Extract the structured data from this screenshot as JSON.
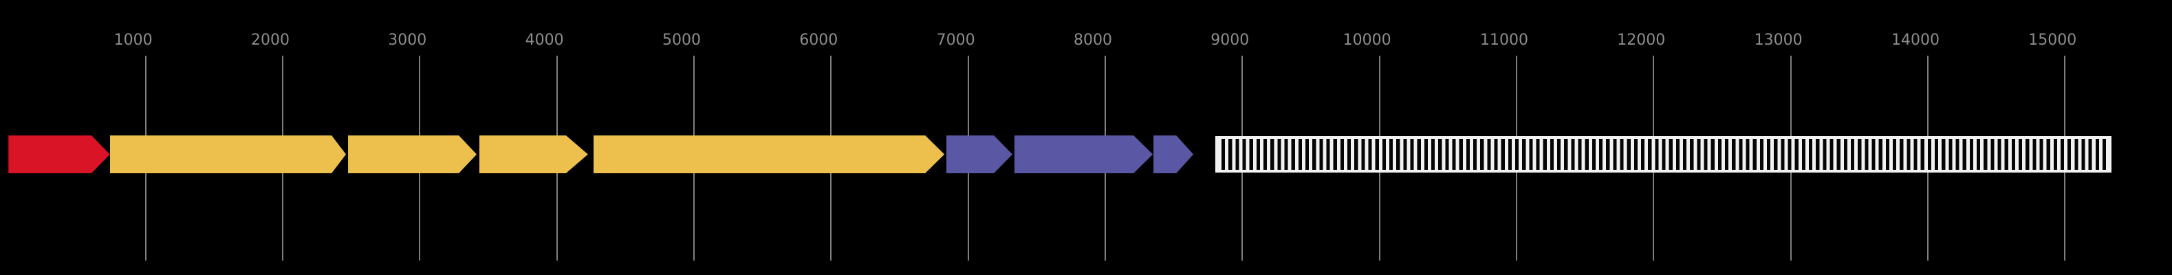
{
  "chart_data": {
    "type": "gene-map",
    "title": "",
    "xlabel": "",
    "ylabel": "",
    "axis": {
      "unit": "bp",
      "xlim": [
        -60,
        15780
      ],
      "tick_step": 1000,
      "ticks": [
        1000,
        2000,
        3000,
        4000,
        5000,
        6000,
        7000,
        8000,
        9000,
        10000,
        11000,
        12000,
        13000,
        14000,
        15000
      ],
      "tick_labels": [
        "1000",
        "2000",
        "3000",
        "4000",
        "5000",
        "6000",
        "7000",
        "8000",
        "9000",
        "10000",
        "11000",
        "12000",
        "13000",
        "14000",
        "15000"
      ],
      "gridlines": true,
      "gridline_color": "#7f7f7f",
      "tick_label_color": "#8d8d8d",
      "background_color": "#000000"
    },
    "features": [
      {
        "id": "gene-1",
        "shape": "arrow",
        "strand": "+",
        "start": 0,
        "end": 740,
        "arrowhead_bp": 135,
        "color": "#d91426"
      },
      {
        "id": "gene-2",
        "shape": "arrow",
        "strand": "+",
        "start": 741,
        "end": 2462,
        "arrowhead_bp": 105,
        "color": "#edc04e"
      },
      {
        "id": "gene-3",
        "shape": "arrow",
        "strand": "+",
        "start": 2477,
        "end": 3415,
        "arrowhead_bp": 130,
        "color": "#edc04e"
      },
      {
        "id": "gene-4",
        "shape": "arrow",
        "strand": "+",
        "start": 3435,
        "end": 4227,
        "arrowhead_bp": 160,
        "color": "#edc04e"
      },
      {
        "id": "gene-5",
        "shape": "arrow",
        "strand": "+",
        "start": 4268,
        "end": 6827,
        "arrowhead_bp": 140,
        "color": "#edc04e"
      },
      {
        "id": "gene-6",
        "shape": "arrow",
        "strand": "+",
        "start": 6841,
        "end": 7323,
        "arrowhead_bp": 135,
        "color": "#5a58a5"
      },
      {
        "id": "gene-7",
        "shape": "arrow",
        "strand": "+",
        "start": 7338,
        "end": 8347,
        "arrowhead_bp": 140,
        "color": "#5a58a5"
      },
      {
        "id": "gene-8",
        "shape": "arrow",
        "strand": "+",
        "start": 8352,
        "end": 8643,
        "arrowhead_bp": 125,
        "color": "#5a58a5"
      },
      {
        "id": "region-hatched",
        "shape": "hatched-box",
        "start": 8803,
        "end": 15340,
        "fill_color": "#f2f2f2",
        "stripe_color": "#050505",
        "stripe_period_bp": 51
      }
    ],
    "legend": null
  }
}
